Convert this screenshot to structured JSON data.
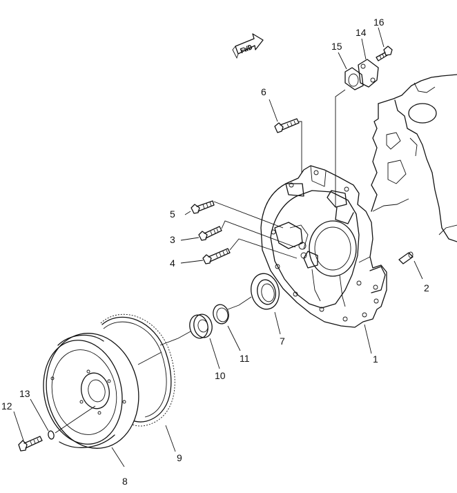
{
  "diagram": {
    "direction_label": "FWD",
    "callouts": [
      {
        "id": "1",
        "text": "1"
      },
      {
        "id": "2",
        "text": "2"
      },
      {
        "id": "3",
        "text": "3"
      },
      {
        "id": "4",
        "text": "4"
      },
      {
        "id": "5",
        "text": "5"
      },
      {
        "id": "6",
        "text": "6"
      },
      {
        "id": "7",
        "text": "7"
      },
      {
        "id": "8",
        "text": "8"
      },
      {
        "id": "9",
        "text": "9"
      },
      {
        "id": "10",
        "text": "10"
      },
      {
        "id": "11",
        "text": "11"
      },
      {
        "id": "12",
        "text": "12"
      },
      {
        "id": "13",
        "text": "13"
      },
      {
        "id": "14",
        "text": "14"
      },
      {
        "id": "15",
        "text": "15"
      },
      {
        "id": "16",
        "text": "16"
      }
    ]
  }
}
